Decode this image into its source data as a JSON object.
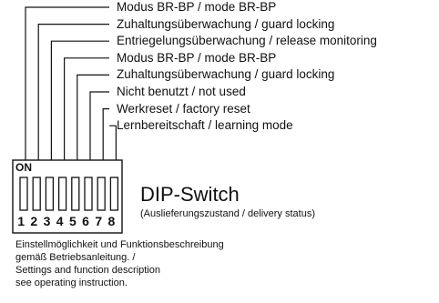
{
  "labels": [
    {
      "switch": 1,
      "text": "Modus BR-BP / mode BR-BP"
    },
    {
      "switch": 2,
      "text": "Zuhaltungsüberwachung / guard locking"
    },
    {
      "switch": 3,
      "text": "Entriegelungsüberwachung / release monitoring"
    },
    {
      "switch": 4,
      "text": "Modus BR-BP / mode BR-BP"
    },
    {
      "switch": 5,
      "text": "Zuhaltungsüberwachung / guard locking"
    },
    {
      "switch": 6,
      "text": "Nicht benutzt / not used"
    },
    {
      "switch": 7,
      "text": "Werkreset / factory reset"
    },
    {
      "switch": 8,
      "text": "Lernbereitschaft / learning mode"
    }
  ],
  "switch_block": {
    "on_label": "ON",
    "numbers": [
      "1",
      "2",
      "3",
      "4",
      "5",
      "6",
      "7",
      "8"
    ]
  },
  "title": "DIP-Switch",
  "subtitle": "(Auslieferungszustand / delivery status)",
  "note": "Einstellmöglichkeit und Funktionsbeschreibung\ngemäß Betriebsanleitung. /\nSettings and function description\nsee operating instruction."
}
